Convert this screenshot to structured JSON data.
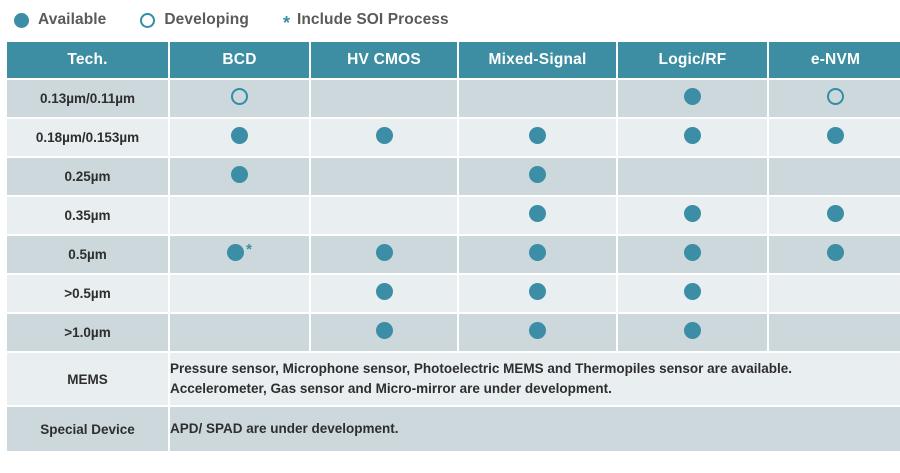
{
  "legend": {
    "items": [
      {
        "icon": "filled-circle-icon",
        "label": "Available"
      },
      {
        "icon": "open-circle-icon",
        "label": "Developing"
      },
      {
        "icon": "asterisk-icon",
        "label": "Include SOI Process"
      }
    ]
  },
  "table": {
    "columns": [
      "Tech.",
      "BCD",
      "HV CMOS",
      "Mixed-Signal",
      "Logic/RF",
      "e-NVM"
    ],
    "rows": [
      {
        "label": "0.13µm/0.11µm",
        "cells": [
          "open",
          "",
          "",
          "filled",
          "open"
        ]
      },
      {
        "label": "0.18µm/0.153µm",
        "cells": [
          "filled",
          "filled",
          "filled",
          "filled",
          "filled"
        ]
      },
      {
        "label": "0.25µm",
        "cells": [
          "filled",
          "",
          "filled",
          "",
          ""
        ]
      },
      {
        "label": "0.35µm",
        "cells": [
          "",
          "",
          "filled",
          "filled",
          "filled"
        ]
      },
      {
        "label": "0.5µm",
        "cells": [
          "filled-star",
          "filled",
          "filled",
          "filled",
          "filled"
        ]
      },
      {
        "label": ">0.5µm",
        "cells": [
          "",
          "filled",
          "filled",
          "filled",
          ""
        ]
      },
      {
        "label": ">1.0µm",
        "cells": [
          "",
          "filled",
          "filled",
          "filled",
          ""
        ]
      }
    ],
    "notes": [
      {
        "label": "MEMS",
        "line1": "Pressure sensor, Microphone sensor, Photoelectric MEMS and Thermopiles sensor are available.",
        "line2": "Accelerometer, Gas sensor and Micro-mirror are under development."
      },
      {
        "label": "Special Device",
        "line1": "APD/ SPAD are under development.",
        "line2": ""
      }
    ]
  },
  "colors": {
    "accent": "#3b8ea5",
    "header_bg": "#3d8ea3",
    "row_dark": "#ccd8dc",
    "row_light": "#e9eef1",
    "text": "#2e2e2e"
  },
  "asterisk": "*"
}
